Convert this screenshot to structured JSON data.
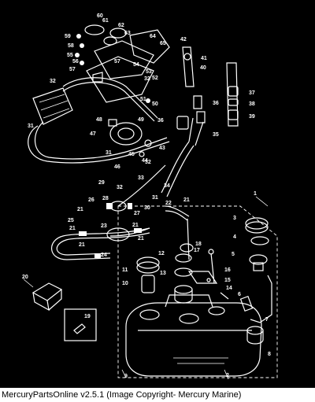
{
  "caption": "MercuryPartsOnline v2.5.1 (Image Copyright- Mercury Marine)",
  "callouts": [
    "1",
    "2",
    "3",
    "4",
    "5",
    "6",
    "7",
    "8",
    "9",
    "10",
    "11",
    "12",
    "13",
    "14",
    "15",
    "16",
    "17",
    "18",
    "19",
    "20",
    "21",
    "21",
    "21",
    "21",
    "21",
    "21",
    "22",
    "23",
    "24",
    "25",
    "26",
    "27",
    "28",
    "29",
    "30",
    "31",
    "31",
    "31",
    "32",
    "32",
    "32",
    "32",
    "33",
    "34",
    "35",
    "36",
    "36",
    "37",
    "38",
    "39",
    "40",
    "41",
    "42",
    "43",
    "44",
    "45",
    "46",
    "47",
    "48",
    "49",
    "50",
    "51",
    "52",
    "53",
    "54",
    "55",
    "56",
    "57",
    "57",
    "58",
    "59",
    "60",
    "61",
    "62",
    "63",
    "64",
    "65"
  ],
  "colors": {
    "background": "#000000",
    "line": "#ffffff",
    "caption_bg": "#ffffff",
    "caption_text": "#000000"
  }
}
